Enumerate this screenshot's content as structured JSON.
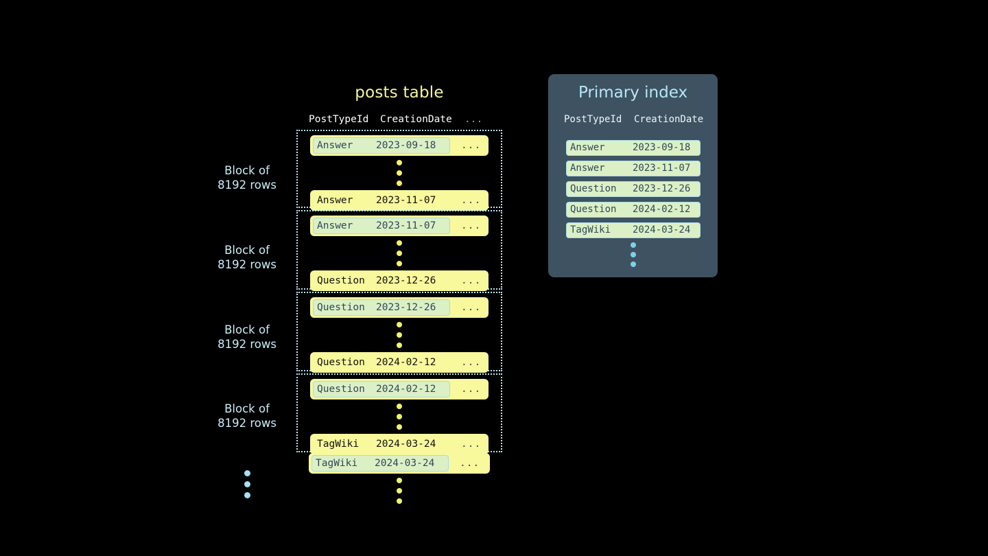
{
  "canvas": {
    "background": "#000000"
  },
  "posts_table": {
    "title": "posts table",
    "columns": {
      "post_type_id": "PostTypeId",
      "creation_date": "CreationDate",
      "more": "..."
    },
    "row_more": "...",
    "blocks": [
      {
        "label_line1": "Block of",
        "label_line2": "8192 rows",
        "first_row": {
          "post_type_id": "Answer",
          "creation_date": "2023-09-18",
          "highlighted": true
        },
        "last_row": {
          "post_type_id": "Answer",
          "creation_date": "2023-11-07",
          "highlighted": false
        }
      },
      {
        "label_line1": "Block of",
        "label_line2": "8192 rows",
        "first_row": {
          "post_type_id": "Answer",
          "creation_date": "2023-11-07",
          "highlighted": true
        },
        "last_row": {
          "post_type_id": "Question",
          "creation_date": "2023-12-26",
          "highlighted": false
        }
      },
      {
        "label_line1": "Block of",
        "label_line2": "8192 rows",
        "first_row": {
          "post_type_id": "Question",
          "creation_date": "2023-12-26",
          "highlighted": true
        },
        "last_row": {
          "post_type_id": "Question",
          "creation_date": "2024-02-12",
          "highlighted": false
        }
      },
      {
        "label_line1": "Block of",
        "label_line2": "8192 rows",
        "first_row": {
          "post_type_id": "Question",
          "creation_date": "2024-02-12",
          "highlighted": true
        },
        "last_row": {
          "post_type_id": "TagWiki",
          "creation_date": "2024-03-24",
          "highlighted": false
        }
      }
    ],
    "trailing_row": {
      "post_type_id": "TagWiki",
      "creation_date": "2024-03-24",
      "highlighted": true
    }
  },
  "primary_index": {
    "title": "Primary index",
    "columns": {
      "post_type_id": "PostTypeId",
      "creation_date": "CreationDate"
    },
    "entries": [
      {
        "post_type_id": "Answer",
        "creation_date": "2023-09-18"
      },
      {
        "post_type_id": "Answer",
        "creation_date": "2023-11-07"
      },
      {
        "post_type_id": "Question",
        "creation_date": "2023-12-26"
      },
      {
        "post_type_id": "Question",
        "creation_date": "2024-02-12"
      },
      {
        "post_type_id": "TagWiki",
        "creation_date": "2024-03-24"
      }
    ]
  },
  "colors": {
    "background": "#000000",
    "table_title": "#f5f59a",
    "row_yellow": "#f8f89c",
    "row_highlight": "#dcf0c6",
    "highlight_border": "#a8dbe8",
    "block_border": "#b9e8f5",
    "label_cyan": "#c9eef8",
    "panel_slate": "#3e5261",
    "panel_title": "#b6e6f6",
    "dot_yellow": "#f2f26e",
    "dot_cyan": "#7fd0ea"
  }
}
